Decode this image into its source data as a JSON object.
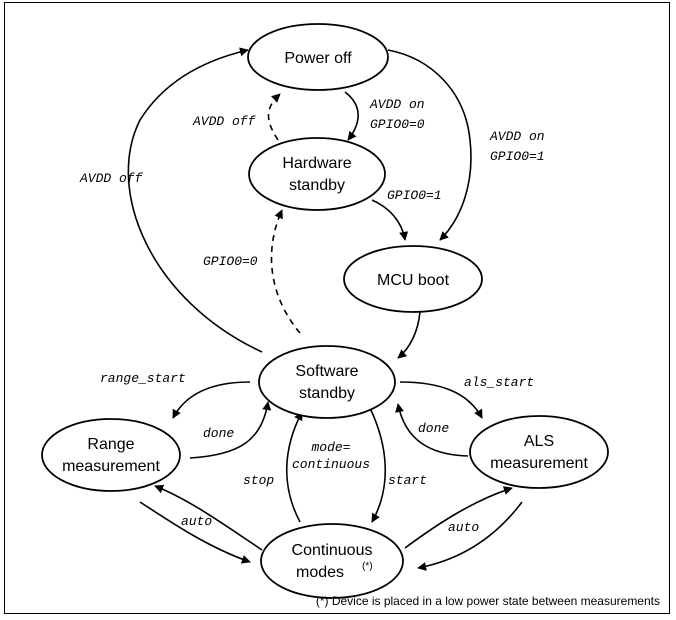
{
  "states": {
    "power_off": [
      "Power off"
    ],
    "hardware_standby": [
      "Hardware",
      "standby"
    ],
    "mcu_boot": [
      "MCU boot"
    ],
    "software_standby": [
      "Software",
      "standby"
    ],
    "range_measurement": [
      "Range",
      "measurement"
    ],
    "als_measurement": [
      "ALS",
      "measurement"
    ],
    "continuous_modes": [
      "Continuous",
      "modes"
    ]
  },
  "continuous_marker": "(*)",
  "transitions": {
    "avdd_off_left": "AVDD off",
    "avdd_off_hw": "AVDD off",
    "avdd_on_gpio0_0": [
      "AVDD on",
      "GPIO0=0"
    ],
    "avdd_on_gpio0_1": [
      "AVDD on",
      "GPIO0=1"
    ],
    "gpio0_1": "GPIO0=1",
    "gpio0_0": "GPIO0=0",
    "range_start": "range_start",
    "range_done": "done",
    "als_start": "als_start",
    "als_done": "done",
    "mode_continuous": [
      "mode=",
      "continuous"
    ],
    "stop": "stop",
    "start": "start",
    "auto_left": "auto",
    "auto_right": "auto"
  },
  "footnote": "(*) Device is placed in a low power state between measurements"
}
